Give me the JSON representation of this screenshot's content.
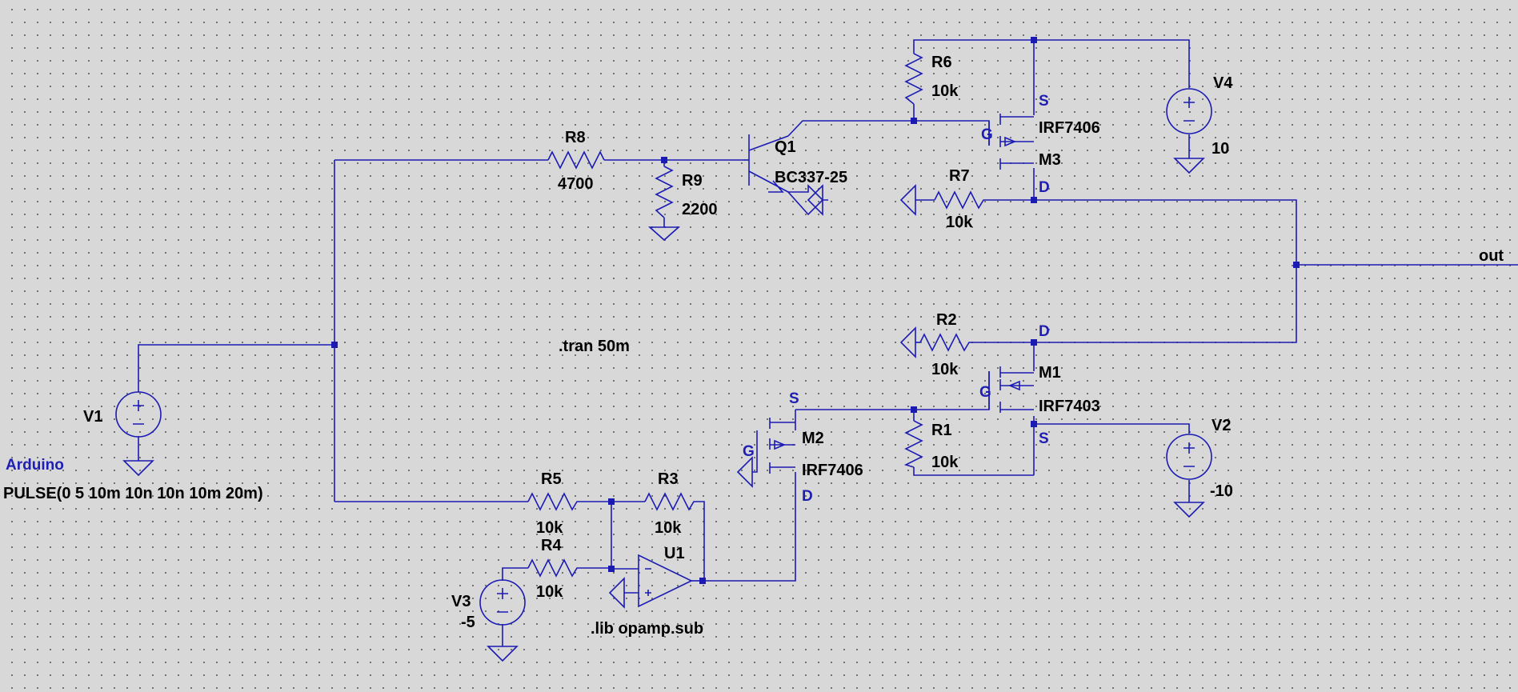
{
  "components": {
    "R1": {
      "name": "R1",
      "value": "10k"
    },
    "R2": {
      "name": "R2",
      "value": "10k"
    },
    "R3": {
      "name": "R3",
      "value": "10k"
    },
    "R4": {
      "name": "R4",
      "value": "10k"
    },
    "R5": {
      "name": "R5",
      "value": "10k"
    },
    "R6": {
      "name": "R6",
      "value": "10k"
    },
    "R7": {
      "name": "R7",
      "value": "10k"
    },
    "R8": {
      "name": "R8",
      "value": "4700"
    },
    "R9": {
      "name": "R9",
      "value": "2200"
    },
    "Q1": {
      "name": "Q1",
      "model": "BC337-25"
    },
    "M1": {
      "name": "M1",
      "model": "IRF7403"
    },
    "M2": {
      "name": "M2",
      "model": "IRF7406"
    },
    "M3": {
      "name": "M3",
      "model": "IRF7406"
    },
    "U1": {
      "name": "U1"
    },
    "V1": {
      "name": "V1",
      "source_label": "Arduino",
      "value": "PULSE(0 5 10m 10n 10n 10m 20m)"
    },
    "V2": {
      "name": "V2",
      "value": "-10"
    },
    "V3": {
      "name": "V3",
      "value": "-5"
    },
    "V4": {
      "name": "V4",
      "value": "10"
    }
  },
  "pins": {
    "source": "S",
    "gate": "G",
    "drain": "D"
  },
  "net_labels": {
    "out": "out"
  },
  "directives": {
    "tran": ".tran 50m",
    "lib": ".lib opamp.sub"
  },
  "colors": {
    "wire": "#1b1bb4",
    "pin_label": "#1e1eb4",
    "text": "#000000",
    "background": "#d8d8d8"
  }
}
